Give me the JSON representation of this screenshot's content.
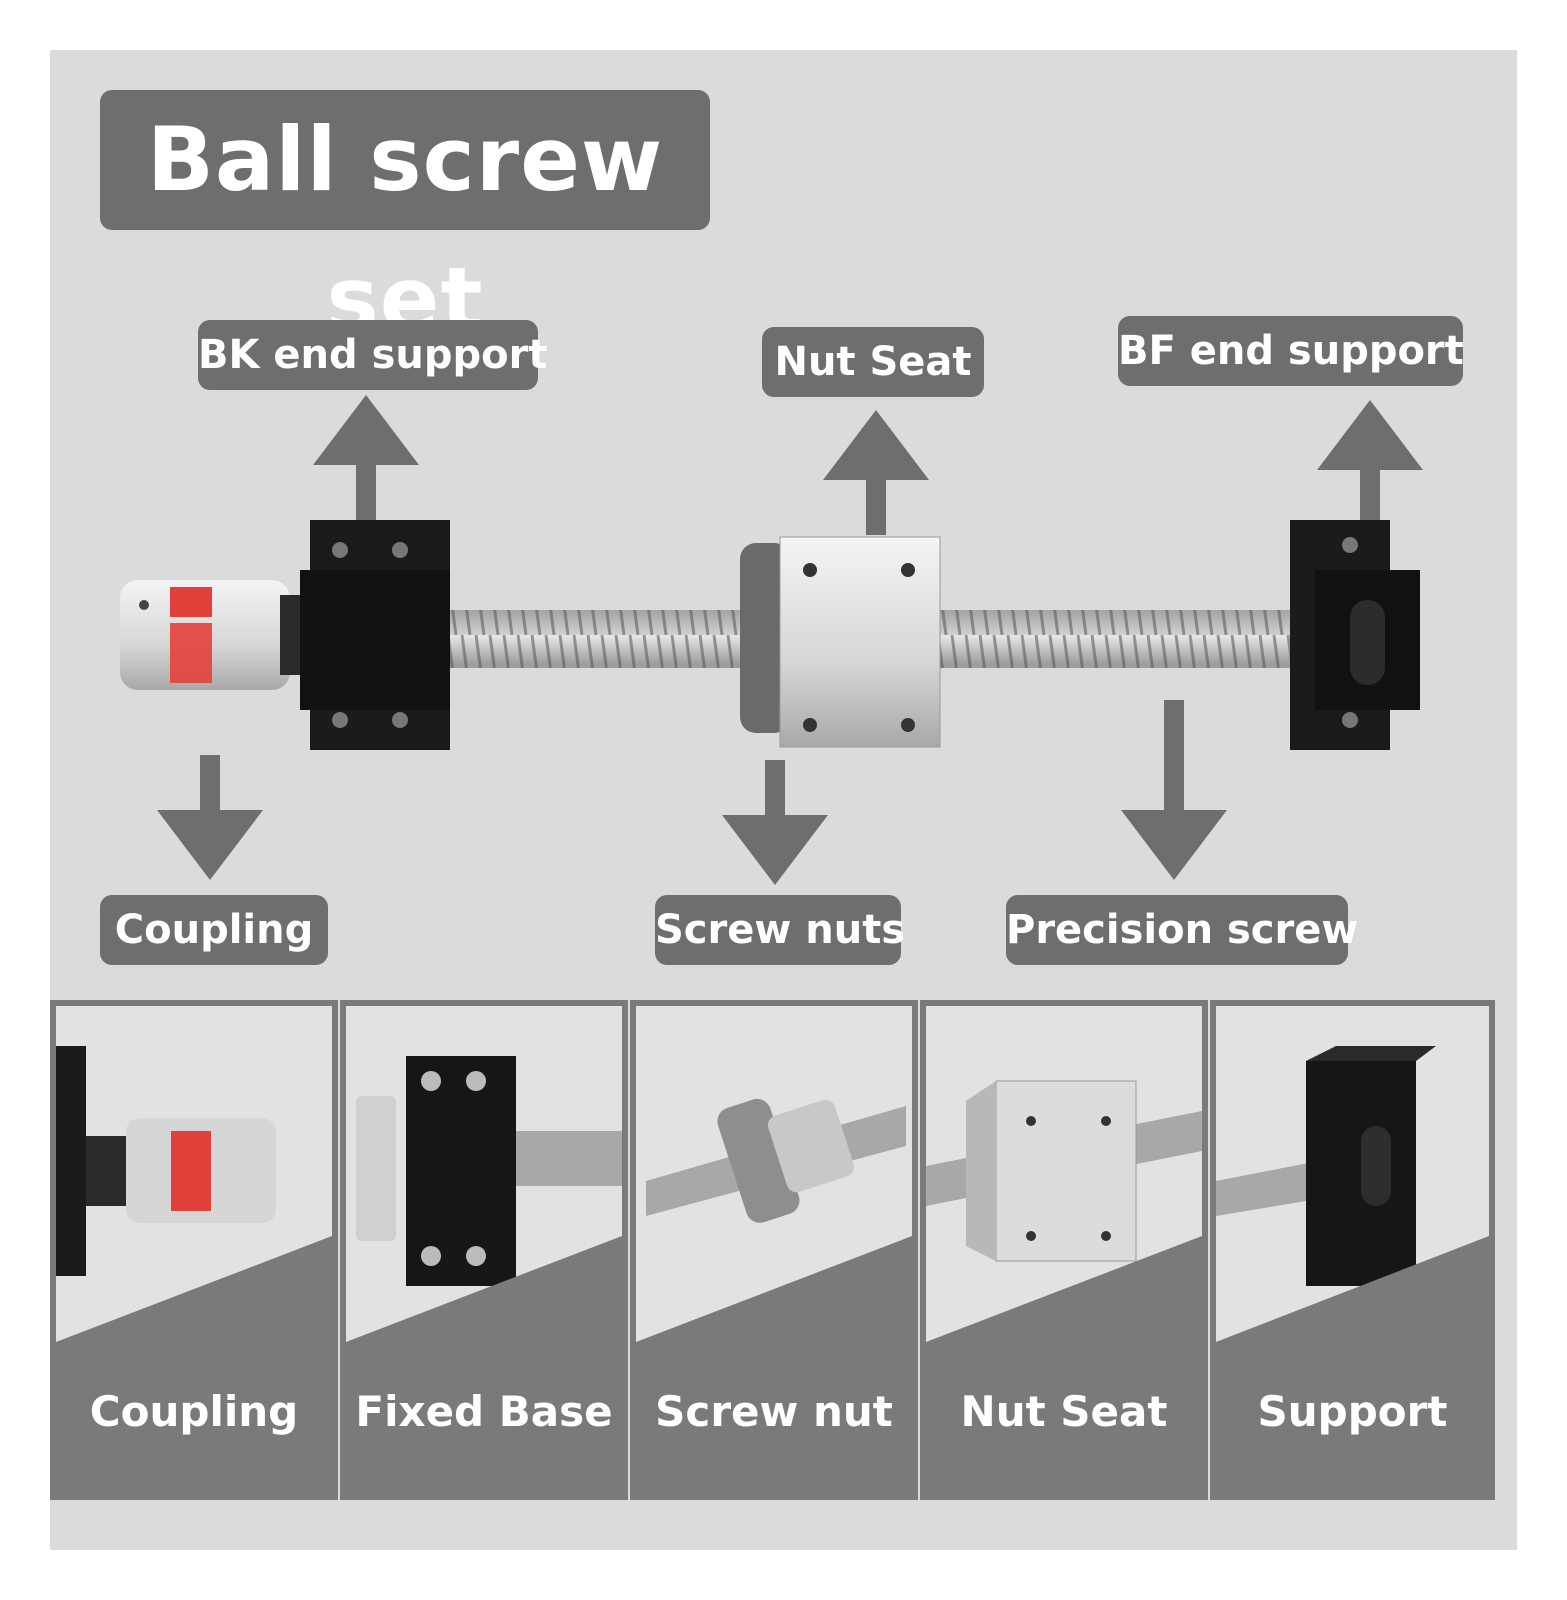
{
  "title": "Ball screw set",
  "top_labels": {
    "bk_end_support": "BK end support",
    "nut_seat": "Nut Seat",
    "bf_end_support": "BF end support",
    "coupling": "Coupling",
    "screw_nuts": "Screw nuts",
    "precision_screw": "Precision screw"
  },
  "tiles": [
    {
      "label": "Coupling"
    },
    {
      "label": "Fixed Base"
    },
    {
      "label": "Screw nut"
    },
    {
      "label": "Nut Seat"
    },
    {
      "label": "Support"
    }
  ],
  "colors": {
    "panel_bg": "#dcdbdc",
    "label_bg": "#6e6e6e",
    "arrow": "#6e6e6e",
    "coupling_insert": "#e2413a"
  }
}
